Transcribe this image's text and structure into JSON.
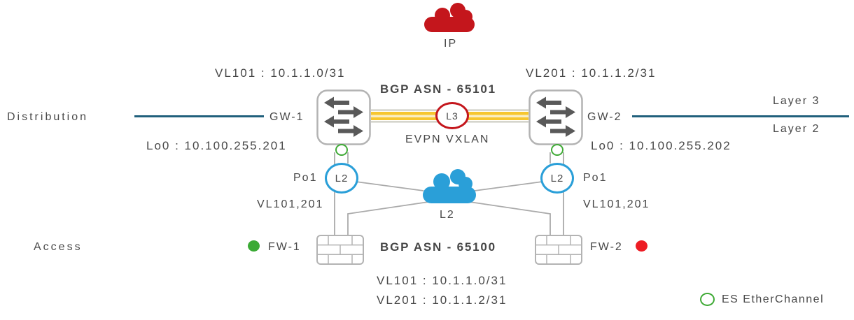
{
  "colors": {
    "layer_line_teal": "#20607c",
    "link_yellow": "#f7c62f",
    "l3_red": "#c4161c",
    "l2_blue": "#2a9fd8",
    "es_green": "#3faa36",
    "fw1_status_green": "#3baa35",
    "fw2_status_red": "#ed1c24",
    "wire_gray": "#aaaaaa",
    "text_gray": "#474747"
  },
  "layers": {
    "distribution": "Distribution",
    "access": "Access",
    "layer3": "Layer 3",
    "layer2": "Layer 2"
  },
  "clouds": {
    "ip_label": "IP",
    "l2_label": "L2"
  },
  "distribution_tier": {
    "bgp_asn": "BGP ASN - 65101",
    "link_overlay": "EVPN VXLAN",
    "link_badge": "L3",
    "l2_badge": "L2",
    "gw1": {
      "name": "GW-1",
      "vlan": "VL101 : 10.1.1.0/31",
      "loopback": "Lo0 : 10.100.255.201",
      "port_channel": "Po1",
      "vlans": "VL101,201"
    },
    "gw2": {
      "name": "GW-2",
      "vlan": "VL201 : 10.1.1.2/31",
      "loopback": "Lo0 : 10.100.255.202",
      "port_channel": "Po1",
      "vlans": "VL101,201"
    }
  },
  "access_tier": {
    "bgp_asn": "BGP ASN - 65100",
    "fw1": {
      "name": "FW-1"
    },
    "fw2": {
      "name": "FW-2"
    },
    "subnets": [
      "VL101 : 10.1.1.0/31",
      "VL201 : 10.1.1.2/31"
    ]
  },
  "legend": {
    "es_etherchannel": "ES EtherChannel"
  }
}
